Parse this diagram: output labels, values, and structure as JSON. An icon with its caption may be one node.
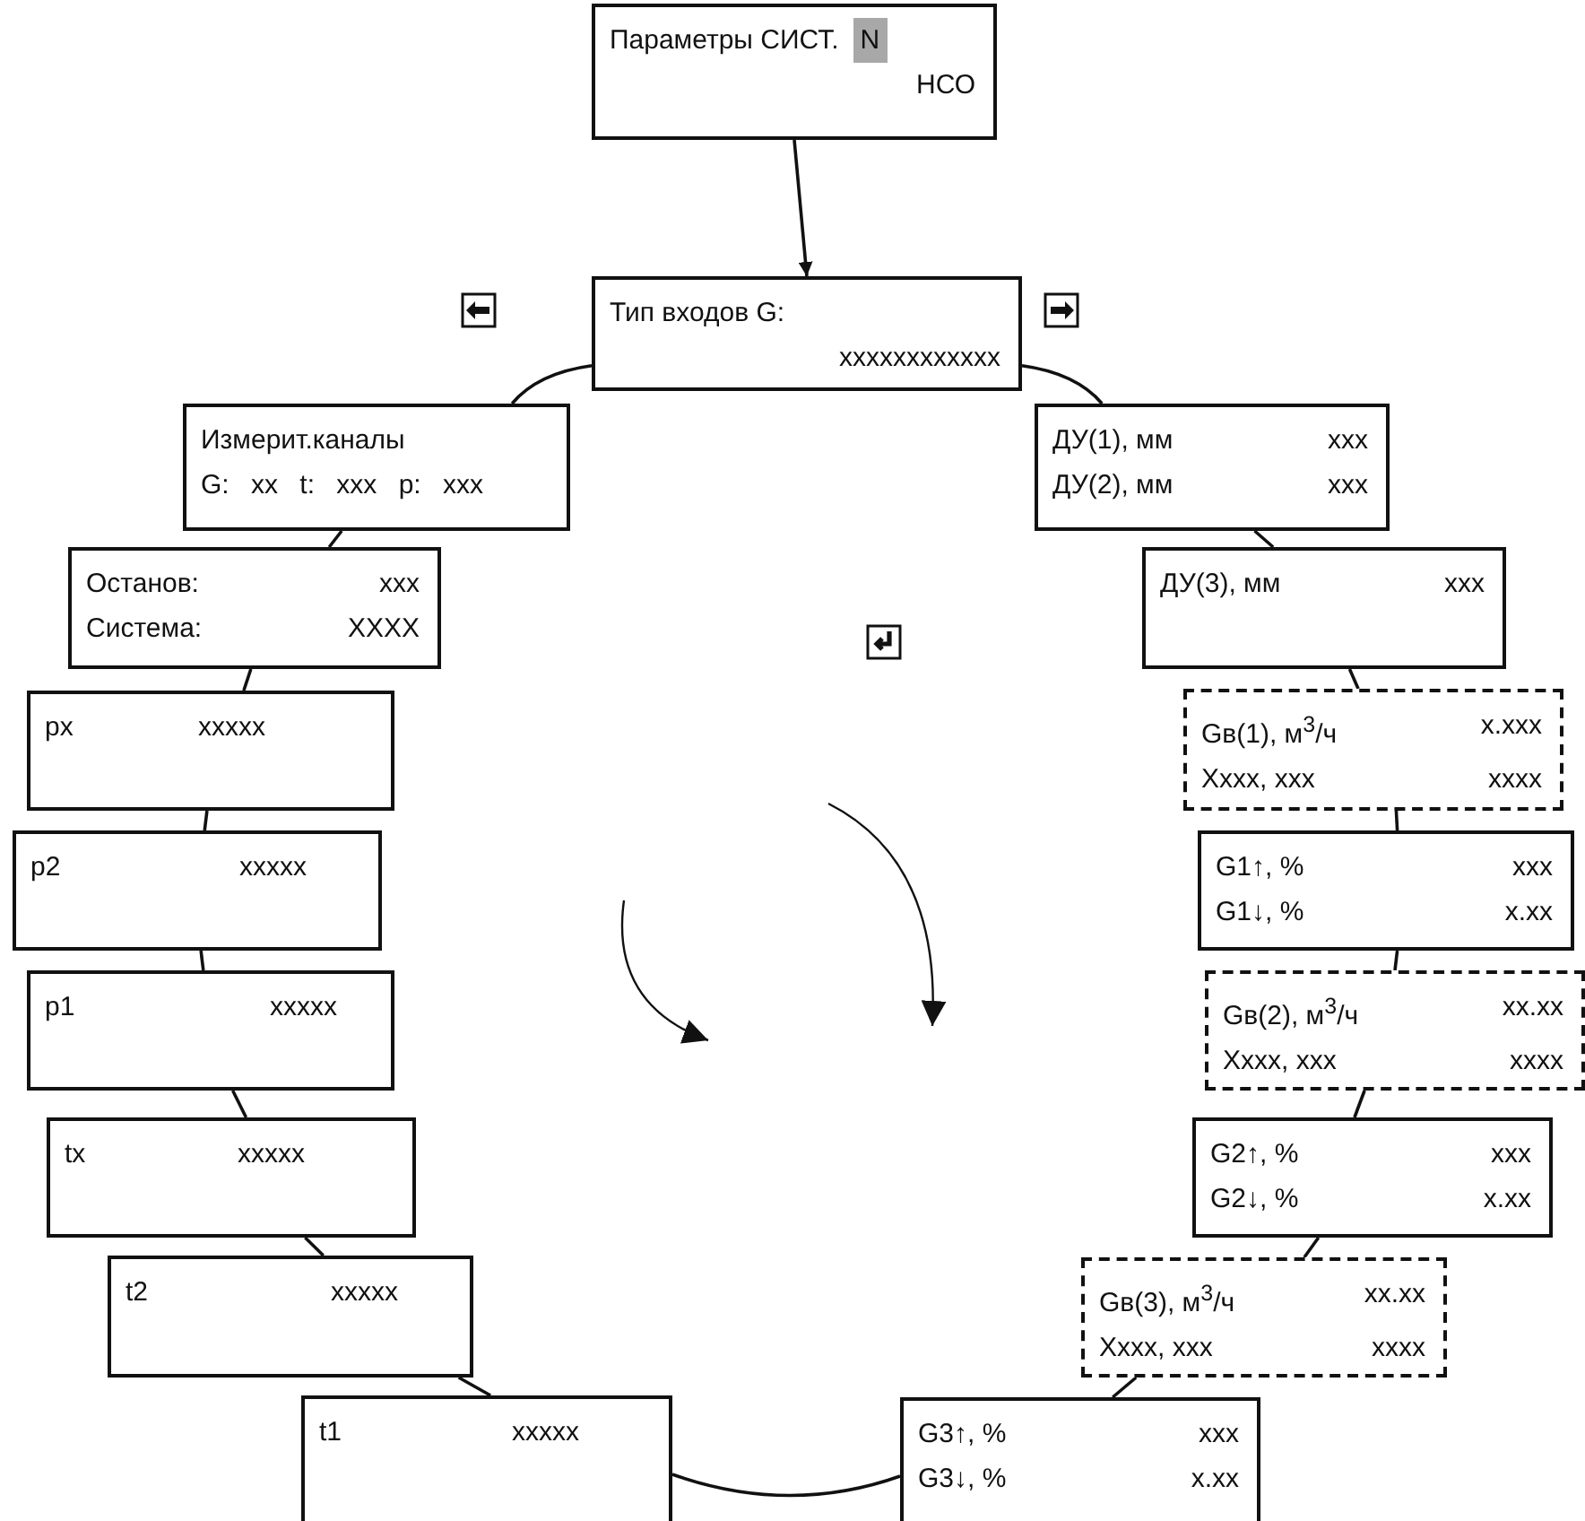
{
  "diagram": {
    "nodes": [
      {
        "text": [
          "Параметры СИСТ.",
          "N",
          "НСО"
        ]
      },
      {
        "text": [
          "Тип входов G:",
          "xxxxxxxxxxxx"
        ]
      },
      {
        "text": [
          "Измерит.каналы",
          "G: xx t: xxx p: xxx"
        ]
      },
      {
        "text": [
          "Останов:",
          "xxx",
          "Система:",
          "XXXX"
        ]
      },
      {
        "text": [
          "px",
          "xxxxx"
        ]
      },
      {
        "text": [
          "p2",
          "xxxxx"
        ]
      },
      {
        "text": [
          "p1",
          "xxxxx"
        ]
      },
      {
        "text": [
          "tx",
          "xxxxx"
        ]
      },
      {
        "text": [
          "t2",
          "xxxxx"
        ]
      },
      {
        "text": [
          "t1",
          "xxxxx"
        ]
      },
      {
        "text": [
          "ДУ(1), мм",
          "xxx",
          "ДУ(2), мм",
          "xxx"
        ]
      },
      {
        "text": [
          "ДУ(3), мм",
          "xxx"
        ]
      },
      {
        "text": [
          "Gв(1), м$^{3}$/ч",
          "x.xxx",
          "Xxxx, xxx",
          "xxxx"
        ]
      },
      {
        "text": [
          "G1↑, %",
          "xxx",
          "G1↓, %",
          "x.xx"
        ]
      },
      {
        "text": [
          "Gв(2), м$^{3}$/ч",
          "xx.xx",
          "Xxxx, xxx",
          "xxxx"
        ]
      },
      {
        "text": [
          "G2↑, %",
          "xxx",
          "G2↓, %",
          "x.xx"
        ]
      },
      {
        "text": [
          "Gв(3), м$^{3}$/ч",
          "xx.xx",
          "Xxxx, xxx",
          "xxxx"
        ]
      },
      {
        "text": [
          "G3↑, %",
          "xxx",
          "G3↓, %",
          "x.xx"
        ]
      }
    ],
    "edges": [
      {
        "from": 0,
        "to": 1,
        "arrow": "to"
      },
      {
        "from": 1,
        "to": 2,
        "arrow": "none"
      },
      {
        "from": 1,
        "to": 10,
        "arrow": "none"
      },
      {
        "from": 2,
        "to": 3,
        "arrow": "none"
      },
      {
        "from": 3,
        "to": 4,
        "arrow": "none"
      },
      {
        "from": 4,
        "to": 5,
        "arrow": "none"
      },
      {
        "from": 5,
        "to": 6,
        "arrow": "none"
      },
      {
        "from": 6,
        "to": 7,
        "arrow": "none"
      },
      {
        "from": 7,
        "to": 8,
        "arrow": "none"
      },
      {
        "from": 8,
        "to": 9,
        "arrow": "none"
      },
      {
        "from": 9,
        "to": 17,
        "arrow": "none"
      },
      {
        "from": 10,
        "to": 11,
        "arrow": "none"
      },
      {
        "from": 11,
        "to": 12,
        "arrow": "none"
      },
      {
        "from": 12,
        "to": 13,
        "arrow": "none"
      },
      {
        "from": 13,
        "to": 14,
        "arrow": "none"
      },
      {
        "from": 14,
        "to": 15,
        "arrow": "none"
      },
      {
        "from": 15,
        "to": 16,
        "arrow": "none"
      },
      {
        "from": 16,
        "to": 17,
        "arrow": "none"
      }
    ]
  }
}
